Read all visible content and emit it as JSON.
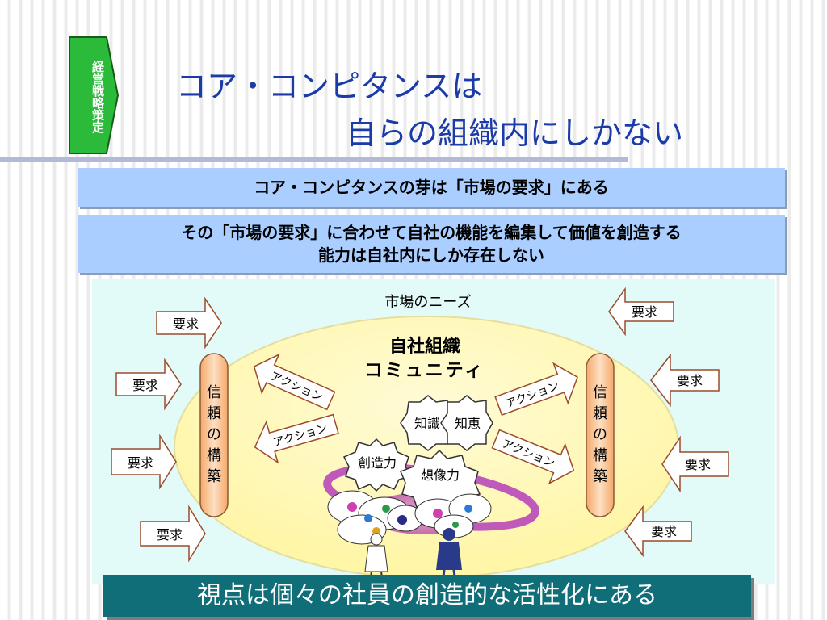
{
  "tag": {
    "label": "経営戦略策定",
    "color": "#2cba3a"
  },
  "title": {
    "line1": "コア・コンピタンスは",
    "line2": "自らの組織内にしかない",
    "color": "#1a3ba8"
  },
  "banners": [
    {
      "text": "コア・コンピタンスの芽は「市場の要求」にある"
    },
    {
      "line1": "その「市場の要求」に合わせて自社の機能を編集して価値を創造する",
      "line2": "能力は自社内にしか存在しない"
    }
  ],
  "diagram": {
    "market_needs": "市場のニーズ",
    "org_line1": "自社組織",
    "org_line2": "コミュニティ",
    "trust_label": [
      "信",
      "頼",
      "の",
      "構",
      "築"
    ],
    "demand": "要求",
    "action": "アクション",
    "knowledge": "知識",
    "wisdom": "知恵",
    "creativity": "創造力",
    "imagination": "想像力"
  },
  "footer": {
    "text": "視点は個々の社員の創造的な活性化にある",
    "color": "#0f6e78"
  }
}
